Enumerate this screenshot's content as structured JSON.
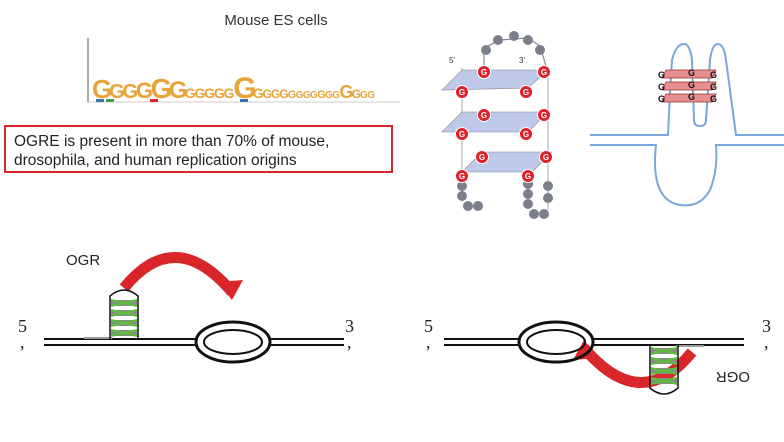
{
  "motif_logo": {
    "title": "Mouse ES cells",
    "letters": [
      "G",
      "G",
      "G",
      "G",
      "G",
      "G",
      "G",
      "G",
      "G",
      "G",
      "G",
      "G",
      "G",
      "G",
      "G",
      "G",
      "G",
      "G",
      "G",
      "G",
      "G",
      "G",
      "G",
      "G",
      "G",
      "G",
      "G"
    ],
    "colors": {
      "g": "#e8a33a",
      "c": "#3d6fb6",
      "a": "#3aa04a",
      "t": "#d9262a"
    }
  },
  "info_box": {
    "line1": "OGRE is present in more than 70% of mouse,",
    "line2": "drosophila, and human replication origins"
  },
  "g4_structure": {
    "label_5prime": "5'",
    "label_3prime": "3'",
    "g_label": "G"
  },
  "schematic": {
    "g_rows": [
      "G",
      "G",
      "G",
      "G",
      "G",
      "G",
      "G",
      "G",
      "G"
    ]
  },
  "origin_left": {
    "label": "OGR",
    "end5": "5",
    "end3": "3",
    "comma": ","
  },
  "origin_right": {
    "label": "OGR",
    "end5": "5",
    "end3": "3",
    "comma": ","
  }
}
